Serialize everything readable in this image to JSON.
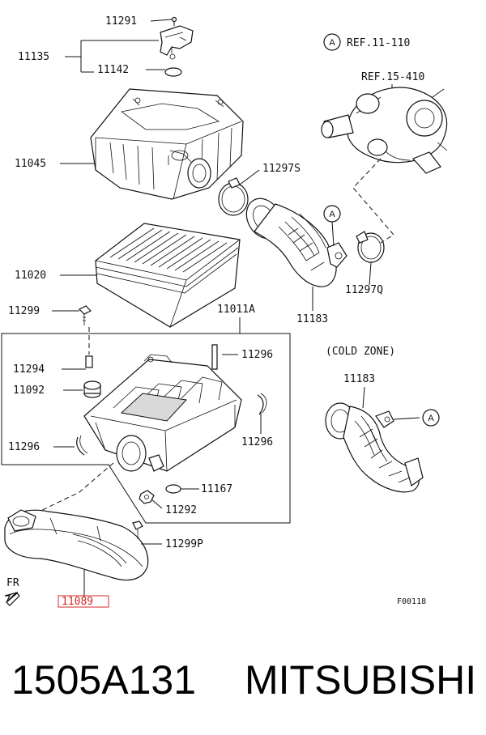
{
  "callouts": {
    "p11291": "11291",
    "p11135": "11135",
    "p11142": "11142",
    "ref_11_110": "REF.11-110",
    "ref_15_410": "REF.15-410",
    "p11045": "11045",
    "p11297S": "11297S",
    "p11020": "11020",
    "p11297Q": "11297Q",
    "p11183_main": "11183",
    "p11299": "11299",
    "p11011A": "11011A",
    "p11294": "11294",
    "p11296_top": "11296",
    "p11092": "11092",
    "p11296_left": "11296",
    "p11296_right": "11296",
    "p11167": "11167",
    "p11292": "11292",
    "p11299P": "11299P",
    "p11089": "11089",
    "cold_zone": "(COLD ZONE)",
    "p11183_cold": "11183"
  },
  "reference_marker": "A",
  "front_label": "FR",
  "figure_code": "F00118",
  "caption": {
    "part_number": "1505A131",
    "brand": "MITSUBISHI"
  },
  "colors": {
    "line": "#111111",
    "highlight": "#d62828",
    "background": "#ffffff"
  }
}
